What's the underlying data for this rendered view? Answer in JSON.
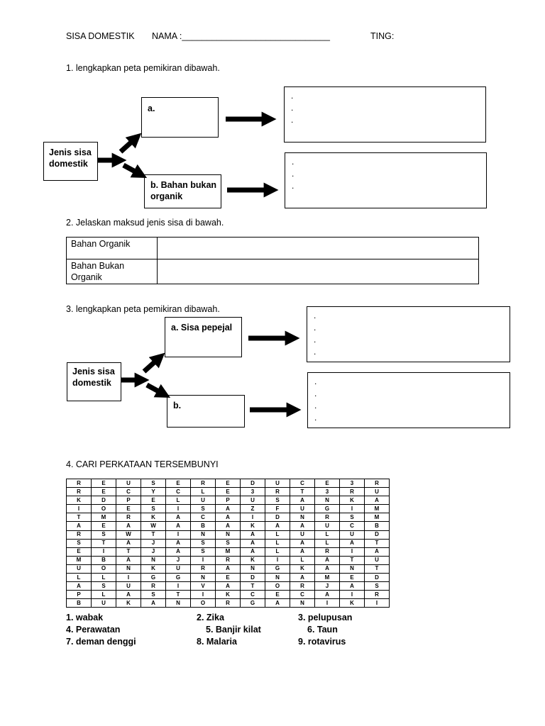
{
  "header": {
    "title": "SISA DOMESTIK",
    "name_label": "NAMA :______________________________",
    "ting_label": "TING:"
  },
  "q1": {
    "heading": "1. lengkapkan peta pemikiran dibawah.",
    "root": "Jenis sisa domestik",
    "branch_a": "a.",
    "branch_b": "b. Bahan bukan organik",
    "list_a": [
      ".",
      ".",
      "."
    ],
    "list_b": [
      ".",
      ".",
      "."
    ]
  },
  "q2": {
    "heading": "2. Jelaskan maksud jenis sisa di bawah.",
    "rows": [
      {
        "label": "Bahan Organik",
        "answer": ""
      },
      {
        "label": "Bahan Bukan Organik",
        "answer": ""
      }
    ]
  },
  "q3": {
    "heading": "3. lengkapkan peta pemikiran dibawah.",
    "root": "Jenis sisa domestik",
    "branch_a": "a. Sisa pepejal",
    "branch_b": "b.",
    "list_a": [
      ".",
      ".",
      ".",
      "."
    ],
    "list_b": [
      ".",
      ".",
      ".",
      "."
    ]
  },
  "q4": {
    "heading": "4. CARI PERKATAAN TERSEMBUNYI",
    "grid": [
      [
        "R",
        "E",
        "U",
        "S",
        "E",
        "R",
        "E",
        "D",
        "U",
        "C",
        "E",
        "3",
        "R"
      ],
      [
        "R",
        "E",
        "C",
        "Y",
        "C",
        "L",
        "E",
        "3",
        "R",
        "T",
        "3",
        "R",
        "U"
      ],
      [
        "K",
        "D",
        "P",
        "E",
        "L",
        "U",
        "P",
        "U",
        "S",
        "A",
        "N",
        "K",
        "A"
      ],
      [
        "I",
        "O",
        "E",
        "S",
        "I",
        "S",
        "A",
        "Z",
        "F",
        "U",
        "G",
        "I",
        "M"
      ],
      [
        "T",
        "M",
        "R",
        "K",
        "A",
        "C",
        "A",
        "I",
        "D",
        "N",
        "R",
        "S",
        "M"
      ],
      [
        "A",
        "E",
        "A",
        "W",
        "A",
        "B",
        "A",
        "K",
        "A",
        "A",
        "U",
        "C",
        "B"
      ],
      [
        "R",
        "S",
        "W",
        "T",
        "I",
        "N",
        "N",
        "A",
        "L",
        "U",
        "L",
        "U",
        "D"
      ],
      [
        "S",
        "T",
        "A",
        "J",
        "A",
        "S",
        "S",
        "A",
        "L",
        "A",
        "L",
        "A",
        "T"
      ],
      [
        "E",
        "I",
        "T",
        "J",
        "A",
        "S",
        "M",
        "A",
        "L",
        "A",
        "R",
        "I",
        "A"
      ],
      [
        "M",
        "B",
        "A",
        "N",
        "J",
        "I",
        "R",
        "K",
        "I",
        "L",
        "A",
        "T",
        "U"
      ],
      [
        "U",
        "O",
        "N",
        "K",
        "U",
        "R",
        "A",
        "N",
        "G",
        "K",
        "A",
        "N",
        "T"
      ],
      [
        "L",
        "L",
        "I",
        "G",
        "G",
        "N",
        "E",
        "D",
        "N",
        "A",
        "M",
        "E",
        "D"
      ],
      [
        "A",
        "S",
        "U",
        "R",
        "I",
        "V",
        "A",
        "T",
        "O",
        "R",
        "J",
        "A",
        "S"
      ],
      [
        "P",
        "L",
        "A",
        "S",
        "T",
        "I",
        "K",
        "C",
        "E",
        "C",
        "A",
        "I",
        "R"
      ],
      [
        "B",
        "U",
        "K",
        "A",
        "N",
        "O",
        "R",
        "G",
        "A",
        "N",
        "I",
        "K",
        "I"
      ]
    ],
    "words": [
      [
        "1. wabak",
        "2. Zika",
        "3. pelupusan"
      ],
      [
        "4. Perawatan",
        "5. Banjir kilat",
        "6. Taun"
      ],
      [
        "7. deman denggi",
        "8. Malaria",
        "9. rotavirus"
      ]
    ]
  }
}
